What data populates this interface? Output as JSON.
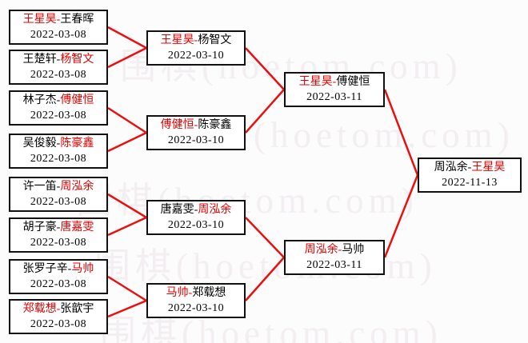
{
  "separator": "-",
  "colors": {
    "winner_text": "#e60000",
    "loser_text": "#000000",
    "connector": "#ea1010",
    "box_border": "#111111",
    "box_background": "#ffffff",
    "page_background": "#fdfcfd"
  },
  "watermark": {
    "text": "围棋(hoetom.com)",
    "color": "#f2eef1"
  },
  "bracket": {
    "round1": [
      {
        "p1": "王星昊",
        "p1_color": "#e60000",
        "p2": "王春晖",
        "p2_color": "#000000",
        "date": "2022-03-08"
      },
      {
        "p1": "王楚轩",
        "p1_color": "#000000",
        "p2": "杨智文",
        "p2_color": "#e60000",
        "date": "2022-03-08"
      },
      {
        "p1": "林子杰",
        "p1_color": "#000000",
        "p2": "傅健恒",
        "p2_color": "#e60000",
        "date": "2022-03-08"
      },
      {
        "p1": "吴俊毅",
        "p1_color": "#000000",
        "p2": "陈豪鑫",
        "p2_color": "#e60000",
        "date": "2022-03-08"
      },
      {
        "p1": "许一笛",
        "p1_color": "#000000",
        "p2": "周泓余",
        "p2_color": "#e60000",
        "date": "2022-03-08"
      },
      {
        "p1": "胡子豪",
        "p1_color": "#000000",
        "p2": "唐嘉雯",
        "p2_color": "#e60000",
        "date": "2022-03-08"
      },
      {
        "p1": "张罗子辛",
        "p1_color": "#000000",
        "p2": "马帅",
        "p2_color": "#e60000",
        "date": "2022-03-08"
      },
      {
        "p1": "郑载想",
        "p1_color": "#e60000",
        "p2": "张歆宇",
        "p2_color": "#000000",
        "date": "2022-03-08"
      }
    ],
    "round2": [
      {
        "p1": "王星昊",
        "p1_color": "#e60000",
        "p2": "杨智文",
        "p2_color": "#000000",
        "date": "2022-03-10"
      },
      {
        "p1": "傅健恒",
        "p1_color": "#e60000",
        "p2": "陈豪鑫",
        "p2_color": "#000000",
        "date": "2022-03-10"
      },
      {
        "p1": "唐嘉雯",
        "p1_color": "#000000",
        "p2": "周泓余",
        "p2_color": "#e60000",
        "date": "2022-03-10"
      },
      {
        "p1": "马帅",
        "p1_color": "#e60000",
        "p2": "郑载想",
        "p2_color": "#000000",
        "date": "2022-03-10"
      }
    ],
    "semifinals": [
      {
        "p1": "王星昊",
        "p1_color": "#e60000",
        "p2": "傅健恒",
        "p2_color": "#000000",
        "date": "2022-03-11"
      },
      {
        "p1": "周泓余",
        "p1_color": "#e60000",
        "p2": "马帅",
        "p2_color": "#000000",
        "date": "2022-03-11"
      }
    ],
    "final": [
      {
        "p1": "周泓余",
        "p1_color": "#000000",
        "p2": "王星昊",
        "p2_color": "#e60000",
        "date": "2022-11-13"
      }
    ]
  }
}
